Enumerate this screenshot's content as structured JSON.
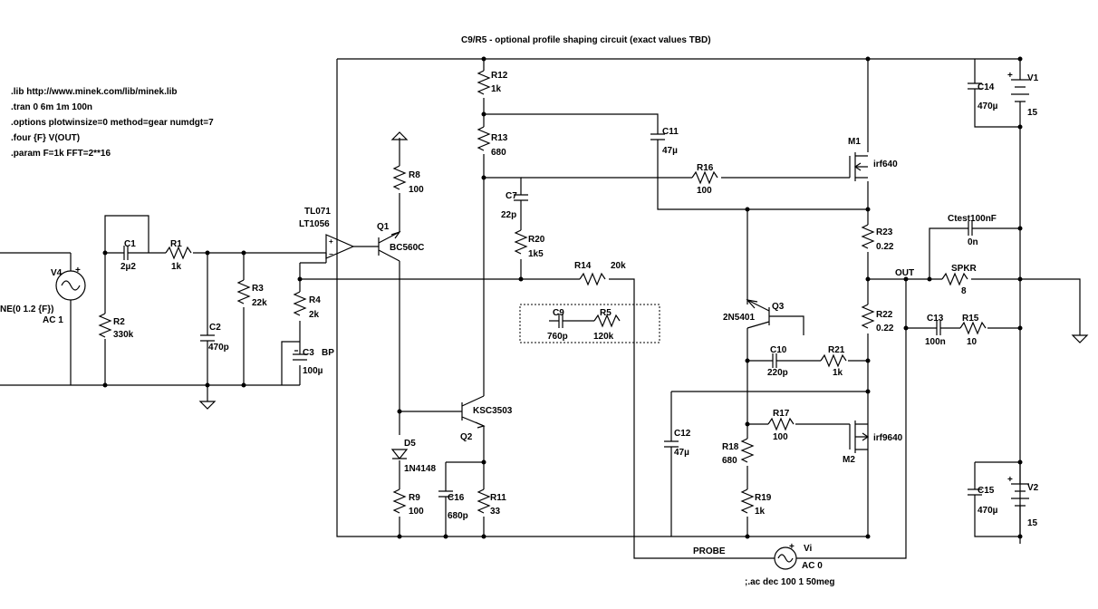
{
  "title": "C9/R5 - optional profile shaping circuit (exact values  TBD)",
  "directives": [
    ".lib http://www.minek.com/lib/minek.lib",
    ".tran 0 6m 1m 100n",
    ".options plotwinsize=0 method=gear numdgt=7",
    ".four {F} V(OUT)",
    ".param F=1k FFT=2**16"
  ],
  "ac_directive": ";.ac dec 100 1 50meg",
  "nets": {
    "out": "OUT",
    "probe": "PROBE"
  },
  "components": {
    "V4": {
      "name": "V4",
      "value": "NE(0 1.2 {F})",
      "value2": "AC 1"
    },
    "C1": {
      "name": "C1",
      "value": "2µ2"
    },
    "R1": {
      "name": "R1",
      "value": "1k"
    },
    "R2": {
      "name": "R2",
      "value": "330k"
    },
    "C2": {
      "name": "C2",
      "value": "470p"
    },
    "R3": {
      "name": "R3",
      "value": "22k"
    },
    "U1": {
      "name": "TL071",
      "value": "LT1056"
    },
    "R4": {
      "name": "R4",
      "value": "2k"
    },
    "C3": {
      "name": "C3",
      "value": "100µ",
      "extra": "BP"
    },
    "Q1": {
      "name": "Q1",
      "value": "BC560C"
    },
    "R8": {
      "name": "R8",
      "value": "100"
    },
    "D5": {
      "name": "D5",
      "value": "1N4148"
    },
    "R9": {
      "name": "R9",
      "value": "100"
    },
    "C16": {
      "name": "C16",
      "value": "680p"
    },
    "R11": {
      "name": "R11",
      "value": "33"
    },
    "Q2": {
      "name": "Q2",
      "value": "KSC3503"
    },
    "R12": {
      "name": "R12",
      "value": "1k"
    },
    "R13": {
      "name": "R13",
      "value": "680"
    },
    "C7": {
      "name": "C7",
      "value": "22p"
    },
    "R20": {
      "name": "R20",
      "value": "1k5"
    },
    "R14": {
      "name": "R14",
      "value": "20k"
    },
    "C9": {
      "name": "C9",
      "value": "760p"
    },
    "R5": {
      "name": "R5",
      "value": "120k"
    },
    "C11": {
      "name": "C11",
      "value": "47µ"
    },
    "R16": {
      "name": "R16",
      "value": "100"
    },
    "M1": {
      "name": "M1",
      "value": "irf640"
    },
    "R23": {
      "name": "R23",
      "value": "0.22"
    },
    "R22": {
      "name": "R22",
      "value": "0.22"
    },
    "Q3": {
      "name": "Q3",
      "value": "2N5401"
    },
    "C10": {
      "name": "C10",
      "value": "220p"
    },
    "R21": {
      "name": "R21",
      "value": "1k"
    },
    "C12": {
      "name": "C12",
      "value": "47µ"
    },
    "R17": {
      "name": "R17",
      "value": "100"
    },
    "M2": {
      "name": "M2",
      "value": "irf9640"
    },
    "R18": {
      "name": "R18",
      "value": "680"
    },
    "R19": {
      "name": "R19",
      "value": "1k"
    },
    "Vi": {
      "name": "Vi",
      "value": "AC 0"
    },
    "C14": {
      "name": "C14",
      "value": "470µ"
    },
    "V1": {
      "name": "V1",
      "value": "15"
    },
    "C15": {
      "name": "C15",
      "value": "470µ"
    },
    "V2": {
      "name": "V2",
      "value": "15"
    },
    "Ctest": {
      "name": "Ctest100nF",
      "value": "0n"
    },
    "SPKR": {
      "name": "SPKR",
      "value": "8"
    },
    "C13": {
      "name": "C13",
      "value": "100n"
    },
    "R15": {
      "name": "R15",
      "value": "10"
    }
  }
}
